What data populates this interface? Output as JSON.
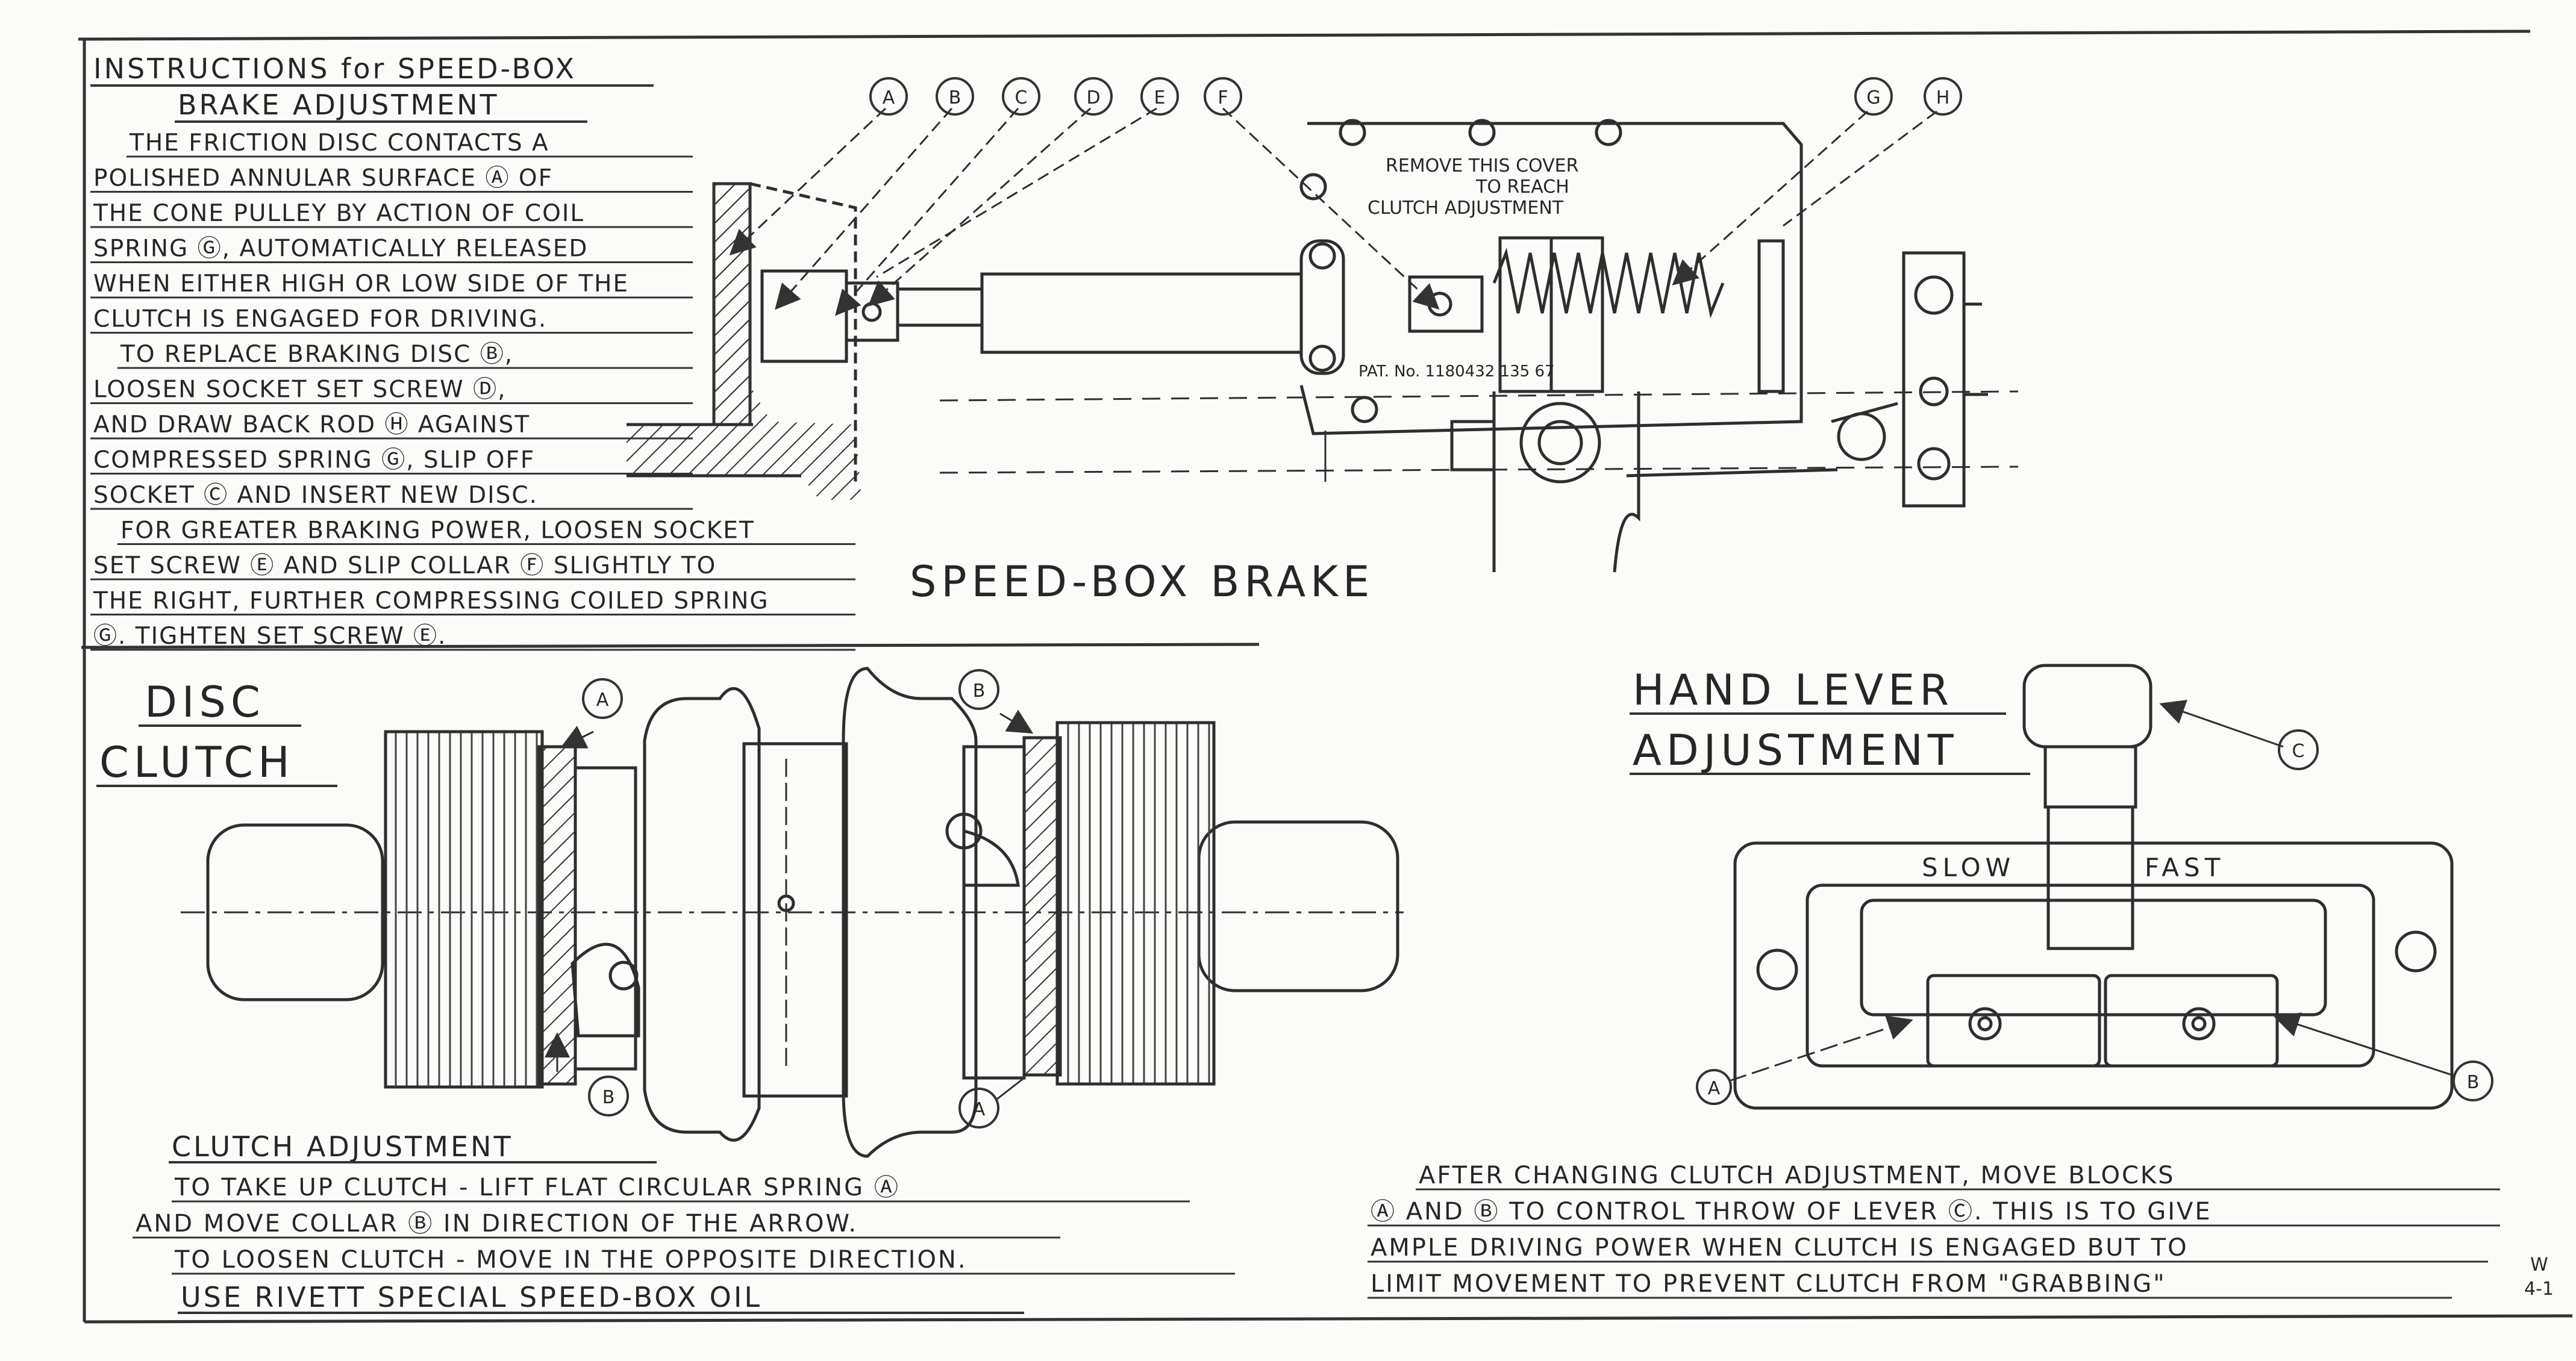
{
  "speed_box_instructions": {
    "title_line1": "INSTRUCTIONS for SPEED-BOX",
    "title_line2": "BRAKE ADJUSTMENT",
    "lines": [
      "THE FRICTION DISC CONTACTS A",
      "POLISHED ANNULAR SURFACE Ⓐ OF",
      "THE CONE PULLEY BY ACTION OF COIL",
      "SPRING Ⓖ, AUTOMATICALLY RELEASED",
      "WHEN EITHER HIGH OR LOW SIDE OF THE",
      "CLUTCH IS ENGAGED FOR DRIVING.",
      "TO REPLACE BRAKING DISC Ⓑ,",
      "LOOSEN SOCKET SET SCREW Ⓓ,",
      "AND DRAW BACK ROD Ⓗ AGAINST",
      "COMPRESSED SPRING Ⓖ, SLIP OFF",
      "SOCKET Ⓒ AND INSERT NEW DISC.",
      "FOR GREATER BRAKING POWER, LOOSEN SOCKET",
      "SET SCREW Ⓔ AND SLIP COLLAR Ⓕ SLIGHTLY TO",
      "THE RIGHT, FURTHER COMPRESSING COILED SPRING",
      "Ⓖ. TIGHTEN SET SCREW Ⓔ."
    ]
  },
  "speed_box_brake": {
    "title": "SPEED-BOX BRAKE",
    "callouts": [
      "A",
      "B",
      "C",
      "D",
      "E",
      "F",
      "G",
      "H"
    ],
    "cover_text": [
      "REMOVE THIS COVER",
      "TO REACH",
      "CLUTCH ADJUSTMENT"
    ],
    "patent_text": "PAT. No. 1180432  135 67"
  },
  "disc_clutch": {
    "title_line1": "DISC",
    "title_line2": "CLUTCH",
    "callouts": [
      "A",
      "B",
      "B",
      "A"
    ]
  },
  "clutch_adjustment": {
    "title": "CLUTCH ADJUSTMENT",
    "lines": [
      "TO TAKE UP CLUTCH - LIFT FLAT CIRCULAR SPRING Ⓐ",
      "AND MOVE COLLAR Ⓑ IN DIRECTION OF THE ARROW.",
      "TO LOOSEN CLUTCH - MOVE IN THE OPPOSITE DIRECTION."
    ],
    "oil_note": "USE RIVETT SPECIAL SPEED-BOX OIL"
  },
  "hand_lever": {
    "title_line1": "HAND LEVER",
    "title_line2": "ADJUSTMENT",
    "slow_label": "SLOW",
    "fast_label": "FAST",
    "callouts": [
      "C",
      "A",
      "B"
    ],
    "note_lines": [
      "AFTER CHANGING CLUTCH ADJUSTMENT, MOVE BLOCKS",
      "Ⓐ AND Ⓑ TO CONTROL THROW OF LEVER Ⓒ. THIS IS TO GIVE",
      "AMPLE DRIVING POWER WHEN CLUTCH IS ENGAGED BUT TO",
      "LIMIT MOVEMENT TO PREVENT CLUTCH FROM \"GRABBING\""
    ]
  },
  "corner_mark": [
    "W",
    "4-1"
  ]
}
